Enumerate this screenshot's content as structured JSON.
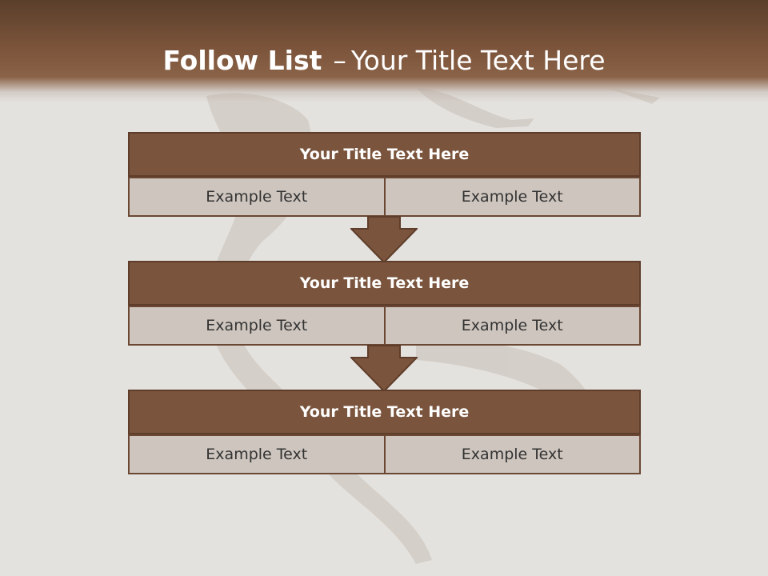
{
  "slide": {
    "title_bold": "Follow List",
    "title_dash": "–",
    "title_rest": "Your Title Text Here"
  },
  "blocks": [
    {
      "title": "Your Title Text Here",
      "left": "Example Text",
      "right": "Example Text"
    },
    {
      "title": "Your Title Text Here",
      "left": "Example Text",
      "right": "Example Text"
    },
    {
      "title": "Your Title Text Here",
      "left": "Example Text",
      "right": "Example Text"
    }
  ],
  "colors": {
    "accent_brown": "#7a543c",
    "cell_fill": "#cdc5be",
    "background": "#e4e2df"
  }
}
